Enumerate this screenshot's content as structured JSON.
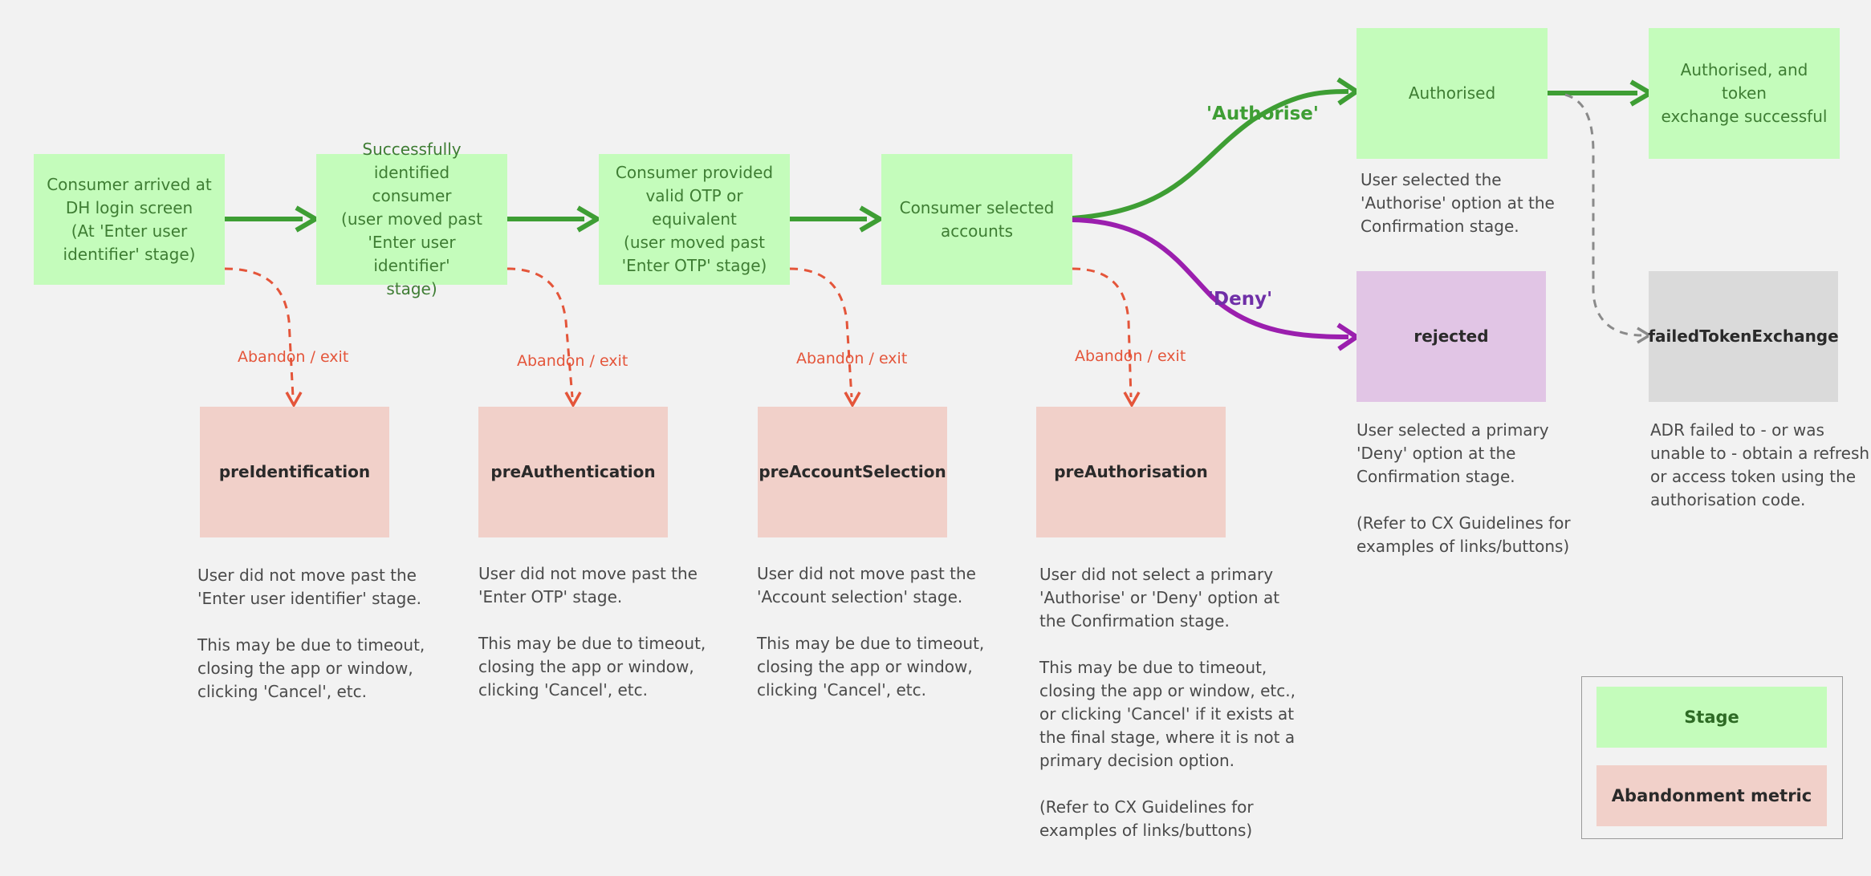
{
  "stages": [
    {
      "id": "s1",
      "label": "Consumer arrived at\nDH login screen\n(At 'Enter user\nidentifier' stage)"
    },
    {
      "id": "s2",
      "label": "Successfully identified\nconsumer\n(user moved past\n'Enter user identifier'\nstage)"
    },
    {
      "id": "s3",
      "label": "Consumer provided\nvalid OTP or equivalent\n(user moved past\n'Enter OTP' stage)"
    },
    {
      "id": "s4",
      "label": "Consumer selected\naccounts"
    },
    {
      "id": "s5",
      "label": "Authorised"
    },
    {
      "id": "s6",
      "label": "Authorised, and token\nexchange successful"
    }
  ],
  "abandonment_metrics": [
    {
      "name": "preIdentification",
      "exit_label": "Abandon / exit",
      "description": "User did not move past the\n'Enter user identifier' stage.\n\nThis may be due to timeout,\nclosing the app or window,\nclicking 'Cancel', etc."
    },
    {
      "name": "preAuthentication",
      "exit_label": "Abandon / exit",
      "description": "User did not move past the\n'Enter OTP' stage.\n\nThis may be due to timeout,\nclosing the app or window,\nclicking 'Cancel', etc."
    },
    {
      "name": "preAccountSelection",
      "exit_label": "Abandon / exit",
      "description": "User did not move past the\n'Account selection' stage.\n\nThis may be due to timeout,\nclosing the app or window,\nclicking 'Cancel', etc."
    },
    {
      "name": "preAuthorisation",
      "exit_label": "Abandon / exit",
      "description": "User did not select a primary\n'Authorise' or 'Deny' option at\nthe Confirmation stage.\n\nThis may be due to timeout,\nclosing the app or window, etc.,\nor clicking 'Cancel' if it exists at\nthe final stage, where it is not a\nprimary decision option.\n\n(Refer to CX Guidelines for\nexamples of links/buttons)"
    }
  ],
  "decisions": {
    "authorise_label": "'Authorise'",
    "deny_label": "'Deny'"
  },
  "outcomes": {
    "authorised_description": "User selected the\n'Authorise' option at the\nConfirmation stage.",
    "rejected_name": "rejected",
    "rejected_description": "User selected a primary\n'Deny' option at the\nConfirmation stage.\n\n(Refer to CX Guidelines for\nexamples of links/buttons)",
    "failed_name": "failedTokenExchange",
    "failed_description": "ADR failed to - or was\nunable to - obtain a refresh\nor access token using the\nauthorisation code."
  },
  "legend": {
    "stage_label": "Stage",
    "abandonment_label": "Abandonment metric"
  },
  "colors": {
    "background": "#f2f2f2",
    "stage_fill": "#c4fcbb",
    "stage_text": "#3e7d33",
    "abandon_fill": "#f1d0c9",
    "rejected_fill": "#e1c5e5",
    "failed_fill": "#dadada",
    "flow_arrow": "#3e9e34",
    "exit_arrow": "#e4553a",
    "deny_arrow": "#9b1fae",
    "failed_arrow": "#8a8a8a",
    "authorise_label": "#3e9e34",
    "deny_label": "#6f2fa7"
  }
}
